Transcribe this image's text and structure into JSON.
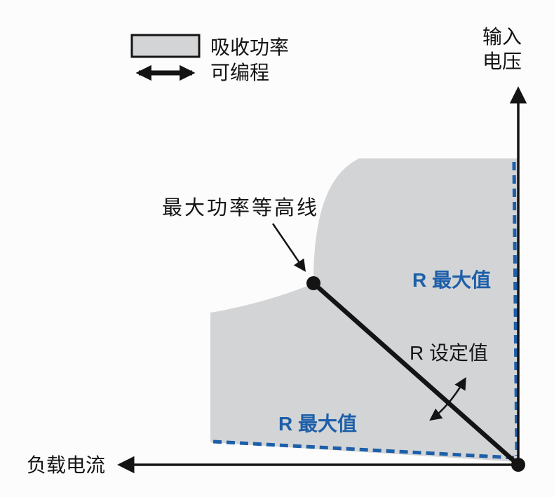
{
  "figure": {
    "background": "#fcfcfc",
    "region_fill": "#d3d4d6",
    "line_color": "#141414",
    "blue_color": "#1d5fa9"
  },
  "legend": {
    "swatch_label": "吸收功率",
    "arrow_label": "可编程"
  },
  "axes": {
    "y_label_line1": "输入",
    "y_label_line2": "电压",
    "x_label": "负载电流"
  },
  "annotations": {
    "power_contour_label": "最大功率等高线",
    "r_max_right_label": "R 最大值",
    "r_max_bottom_label": "R 最大值",
    "r_setting_label": "R 设定值"
  }
}
